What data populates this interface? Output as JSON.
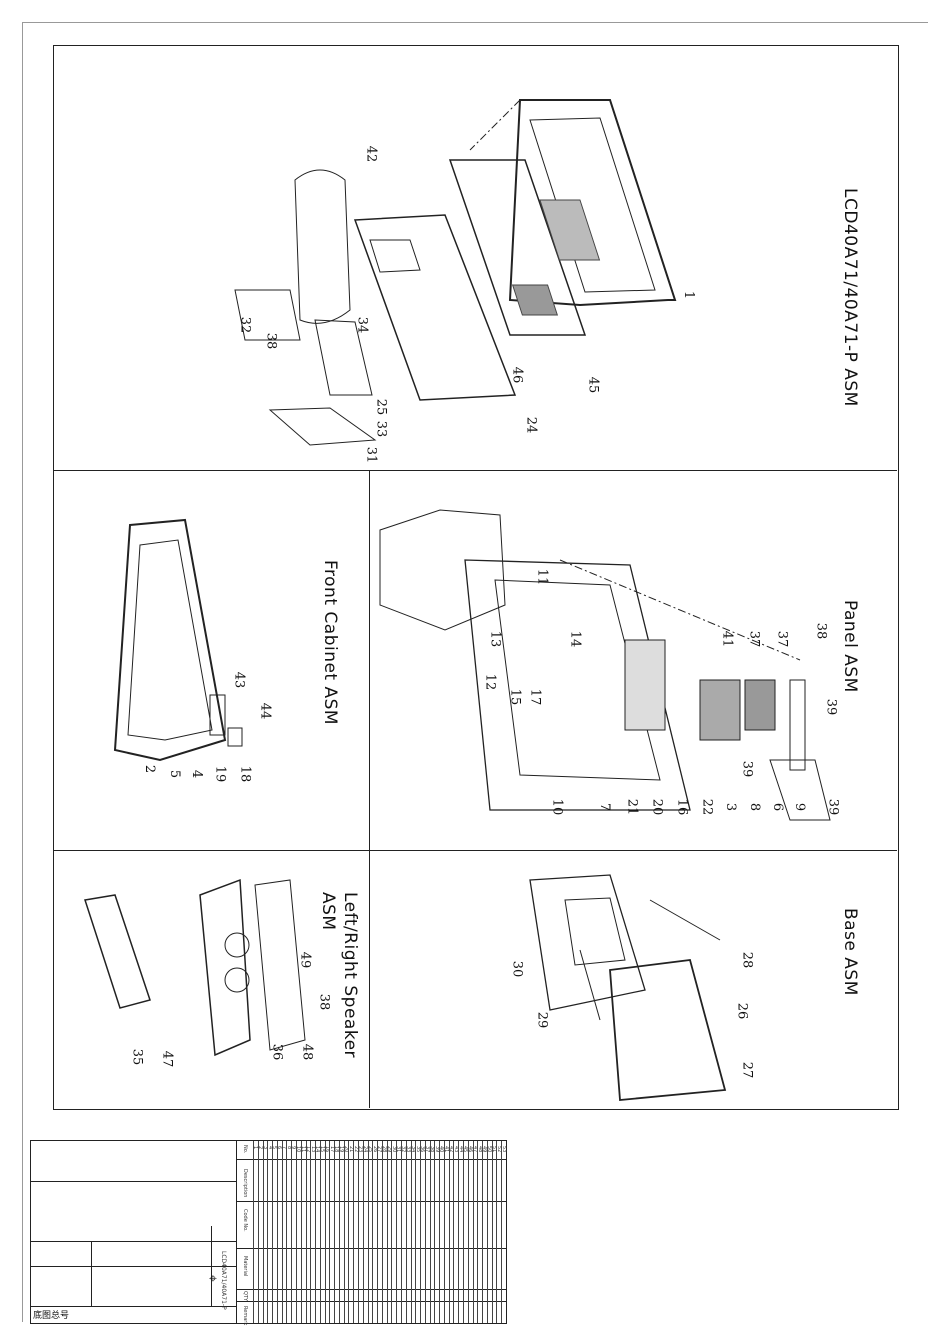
{
  "sections": {
    "main_asm": {
      "title": "LCD40A71/40A71-P ASM",
      "callouts": [
        "42",
        "1",
        "45",
        "46",
        "24",
        "25",
        "33",
        "31",
        "32",
        "38",
        "34"
      ]
    },
    "front_cabinet": {
      "title": "Front Cabinet ASM",
      "callouts": [
        "43",
        "44",
        "2",
        "5",
        "4",
        "19",
        "18"
      ]
    },
    "panel": {
      "title": "Panel ASM",
      "callouts": [
        "11",
        "14",
        "13",
        "12",
        "15",
        "17",
        "10",
        "7",
        "21",
        "20",
        "16",
        "22",
        "3",
        "8",
        "39",
        "6",
        "9",
        "39",
        "39",
        "41",
        "37",
        "37",
        "38"
      ]
    },
    "speaker": {
      "title_line1": "Left/Right Speaker",
      "title_line2": "ASM",
      "callouts": [
        "49",
        "38",
        "48",
        "36",
        "47",
        "35"
      ]
    },
    "base": {
      "title": "Base ASM",
      "callouts": [
        "28",
        "26",
        "27",
        "30",
        "29"
      ]
    }
  },
  "title_block": {
    "model": "LCD40A71/40A71-P",
    "drawing_no_label": "底图总号",
    "header_no": "No.",
    "header_description": "Description",
    "header_code": "Code No.",
    "header_material": "Material",
    "header_qty": "QTY",
    "header_remark": "Remark",
    "row_numbers": [
      "1",
      "2",
      "3",
      "4",
      "5",
      "6",
      "7",
      "8",
      "9",
      "10",
      "11",
      "12",
      "13",
      "14",
      "15",
      "16",
      "17",
      "18",
      "19",
      "20",
      "21",
      "22",
      "23",
      "24",
      "25",
      "26",
      "27",
      "28",
      "29",
      "30",
      "31",
      "32",
      "33",
      "34",
      "35",
      "36",
      "37",
      "38",
      "39",
      "40",
      "41",
      "42",
      "43",
      "44",
      "45",
      "46",
      "47",
      "48",
      "49",
      "50",
      "51",
      "52",
      "53"
    ]
  }
}
